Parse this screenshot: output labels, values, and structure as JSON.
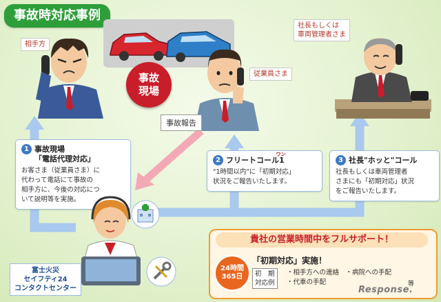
{
  "title": "事故時対応事例",
  "people": {
    "other_party": "相手方",
    "employee": "従業員さま",
    "manager": "社長もしくは\n車両管理者さま",
    "center": "富士火災\nセイフティ24\nコンタクトセンター"
  },
  "scene": {
    "accident_site": "事故\n現場",
    "accident_report": "事故報告"
  },
  "steps": [
    {
      "num": "1",
      "title": "事故現場",
      "subtitle": "「電話代理対応」",
      "text": "お客さま（従業員さま）に\n代わって電話にて事故の\n相手方に、今後の対応につ\nいて説明等を実施。"
    },
    {
      "num": "2",
      "title": "フリートコール1",
      "ruby": "ワン",
      "text": "\"1時間以内\"に「初期対応」\n状況をご報告いたします。"
    },
    {
      "num": "3",
      "title": "社長\"ホッと\"コール",
      "text": "社長もしくは車両管理者\nさまにも「初期対応」状況\nをご報告いたします。"
    }
  ],
  "support": {
    "headline": "貴社の営業時間中をフルサポート！",
    "badge_line1": "24時間",
    "badge_line2": "365日",
    "initial_title": "「初期対応」実施！",
    "initial_label": "初　期\n対応例",
    "initial_items": "・相手方への連絡　・病院への手配\n・代車の手配",
    "initial_etc": "等"
  },
  "watermark": "Response.",
  "colors": {
    "title_green": "#2e9e3a",
    "accident_red": "#c81e2a",
    "arrow_blue": "#a9c9ee",
    "arrow_pink": "#f3a9b5",
    "support_orange": "#f29a2e"
  }
}
